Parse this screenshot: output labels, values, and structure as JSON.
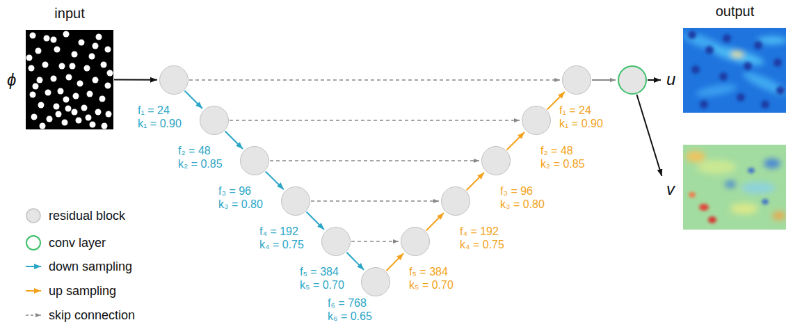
{
  "diagram": {
    "nodes": [
      {
        "text": [
          "input",
          "ϕ"
        ]
      },
      {
        "text": [
          "f₁ = 24",
          "k₁ = 0.90"
        ]
      },
      {
        "text": [
          "f₂ = 48",
          "k₂ = 0.85"
        ]
      },
      {
        "text": [
          "f₃ = 96",
          "k₃ = 0.80"
        ]
      },
      {
        "text": [
          "f₄ = 192",
          "k₄ = 0.75"
        ]
      },
      {
        "text": [
          "f₅ = 384",
          "k₅ = 0.70"
        ]
      },
      {
        "text": [
          "f₆ = 768",
          "k₆ = 0.65"
        ]
      },
      {
        "text": [
          "f₅ = 384",
          "k₅ = 0.70"
        ]
      },
      {
        "text": [
          "f₄ = 192",
          "k₄ = 0.75"
        ]
      },
      {
        "text": [
          "f₃ = 96",
          "k₃ = 0.80"
        ]
      },
      {
        "text": [
          "f₂ = 48",
          "k₂ = 0.85"
        ]
      },
      {
        "text": [
          "f₁ = 24",
          "k₁ = 0.90"
        ]
      },
      {
        "text": []
      },
      {
        "text": [
          "output",
          "u"
        ]
      },
      {
        "text": [
          "v"
        ]
      }
    ],
    "edges": [
      {
        "from": 0,
        "to": 1,
        "arrow": "to"
      },
      {
        "from": 1,
        "to": 2,
        "arrow": "to"
      },
      {
        "from": 2,
        "to": 3,
        "arrow": "to"
      },
      {
        "from": 3,
        "to": 4,
        "arrow": "to"
      },
      {
        "from": 4,
        "to": 5,
        "arrow": "to"
      },
      {
        "from": 5,
        "to": 6,
        "arrow": "to"
      },
      {
        "from": 6,
        "to": 7,
        "arrow": "to"
      },
      {
        "from": 7,
        "to": 8,
        "arrow": "to"
      },
      {
        "from": 8,
        "to": 9,
        "arrow": "to"
      },
      {
        "from": 9,
        "to": 10,
        "arrow": "to"
      },
      {
        "from": 10,
        "to": 11,
        "arrow": "to"
      },
      {
        "from": 1,
        "to": 11,
        "arrow": "to"
      },
      {
        "from": 2,
        "to": 10,
        "arrow": "to"
      },
      {
        "from": 3,
        "to": 9,
        "arrow": "to"
      },
      {
        "from": 4,
        "to": 8,
        "arrow": "to"
      },
      {
        "from": 5,
        "to": 7,
        "arrow": "to"
      },
      {
        "from": 11,
        "to": 12,
        "arrow": "to"
      },
      {
        "from": 12,
        "to": 13,
        "arrow": "to"
      },
      {
        "from": 12,
        "to": 14,
        "arrow": "to"
      }
    ],
    "legend": [
      {
        "text": "residual block"
      },
      {
        "text": "conv layer"
      },
      {
        "text": "down sampling"
      },
      {
        "text": "up sampling"
      },
      {
        "text": "skip connection"
      }
    ]
  }
}
